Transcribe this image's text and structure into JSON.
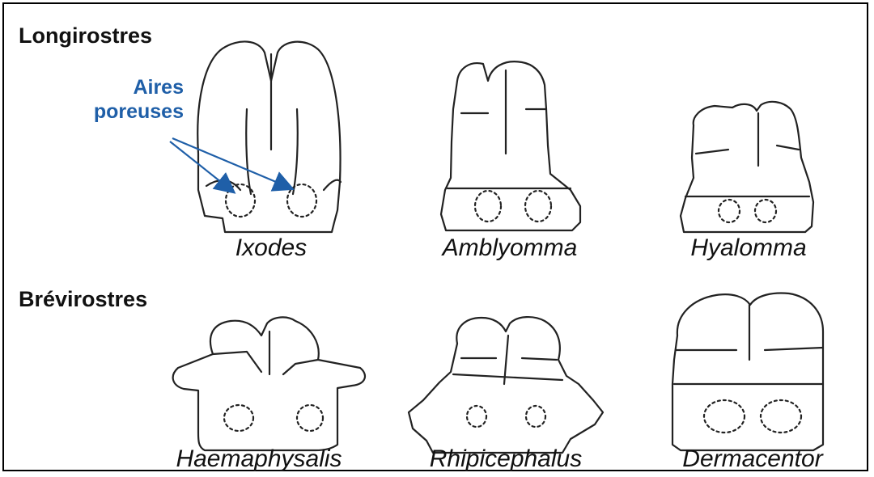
{
  "headings": {
    "longirostres": "Longirostres",
    "brevirostres": "Brévirostres"
  },
  "annotation": {
    "line1": "Aires",
    "line2": "poreuses"
  },
  "genera": {
    "ixodes": "Ixodes",
    "amblyomma": "Amblyomma",
    "hyalomma": "Hyalomma",
    "haemaphysalis": "Haemaphysalis",
    "rhipicephalus": "Rhipicephalus",
    "dermacentor": "Dermacentor"
  },
  "colors": {
    "annotation": "#1f5fa8",
    "outline": "#222222"
  }
}
